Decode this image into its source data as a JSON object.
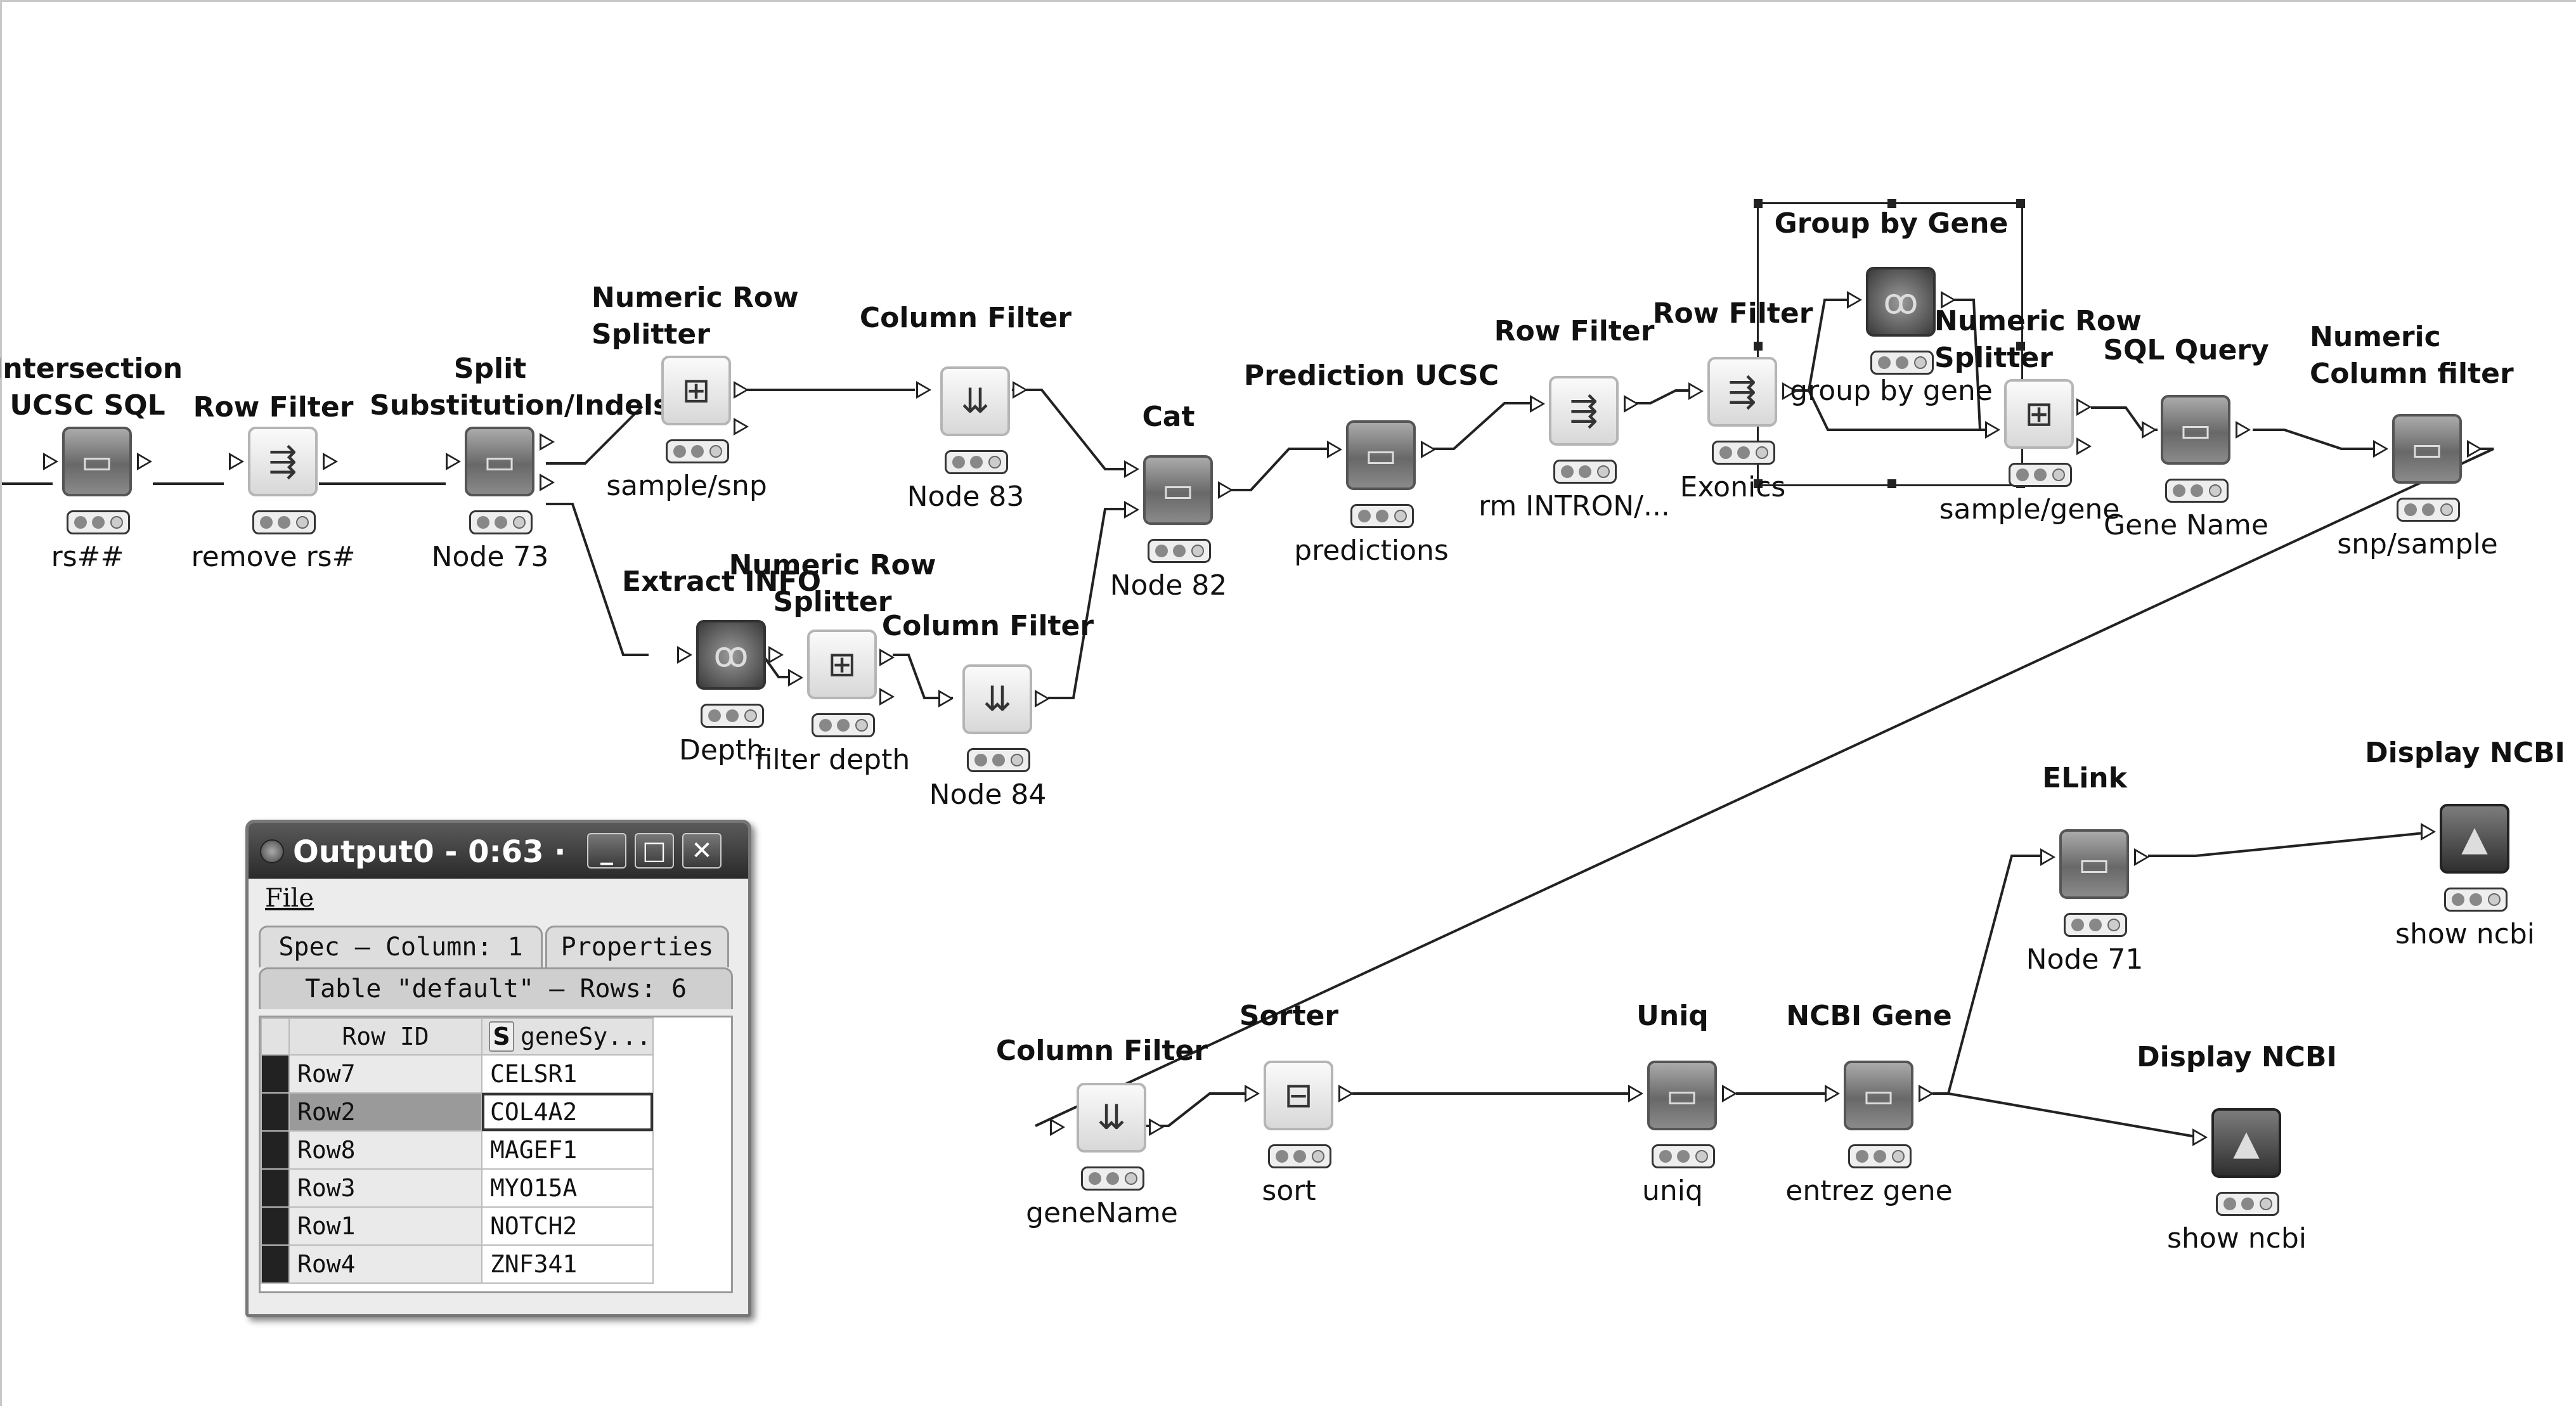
{
  "nodes": {
    "intersection": {
      "title": "Intersection\nUCSC SQL",
      "label": "rs##"
    },
    "row_filter_1": {
      "title": "Row Filter",
      "label": "remove rs#"
    },
    "split_subst": {
      "title": "Split\nSubstitution/Indels",
      "label": "Node 73"
    },
    "numeric_splitter_1": {
      "title": "Numeric Row\nSplitter",
      "label": "sample/snp"
    },
    "column_filter_1": {
      "title": "Column Filter",
      "label": "Node 83"
    },
    "extract_info": {
      "title": "Extract INFO",
      "label": "Depth"
    },
    "numeric_splitter_2": {
      "title": "Numeric Row\nSplitter",
      "label": "filter depth"
    },
    "column_filter_2": {
      "title": "Column Filter",
      "label": "Node 84"
    },
    "cat": {
      "title": "Cat",
      "label": "Node 82"
    },
    "prediction_ucsc": {
      "title": "Prediction UCSC",
      "label": "predictions"
    },
    "row_filter_2": {
      "title": "Row Filter",
      "label": "rm INTRON/..."
    },
    "row_filter_3": {
      "title": "Row Filter",
      "label": "Exonics"
    },
    "group_by_gene": {
      "title": "Group by Gene",
      "label": "group by gene"
    },
    "numeric_splitter_3": {
      "title": "Numeric Row\nSplitter",
      "label": "sample/gene"
    },
    "sql_query": {
      "title": "SQL Query",
      "label": "Gene Name"
    },
    "numeric_col_filter": {
      "title": "Numeric\nColumn filter",
      "label": "snp/sample"
    },
    "column_filter_3": {
      "title": "Column Filter",
      "label": "geneName"
    },
    "sorter": {
      "title": "Sorter",
      "label": "sort"
    },
    "uniq": {
      "title": "Uniq",
      "label": "uniq"
    },
    "ncbi_gene": {
      "title": "NCBI Gene",
      "label": "entrez gene"
    },
    "elink": {
      "title": "ELink",
      "label": "Node 71"
    },
    "display_ncbi_1": {
      "title": "Display NCBI",
      "label": "show ncbi"
    },
    "display_ncbi_2": {
      "title": "Display NCBI",
      "label": "show ncbi"
    }
  },
  "window": {
    "title": "Output0 - 0:63 ·",
    "menu_file": "File",
    "tab_spec": "Spec – Column: 1",
    "tab_properties": "Properties",
    "tab_table": "Table \"default\" – Rows: 6",
    "buttons": {
      "minimize": "_",
      "maximize": "□",
      "close": "✕"
    }
  },
  "table": {
    "headers": {
      "row_id": "Row ID",
      "col_type": "S",
      "col_name": "geneSy..."
    },
    "rows": [
      {
        "id": "Row7",
        "value": "CELSR1"
      },
      {
        "id": "Row2",
        "value": "COL4A2"
      },
      {
        "id": "Row8",
        "value": "MAGEF1"
      },
      {
        "id": "Row3",
        "value": "MYO15A"
      },
      {
        "id": "Row1",
        "value": "NOTCH2"
      },
      {
        "id": "Row4",
        "value": "ZNF341"
      }
    ],
    "selected_row": "Row2"
  }
}
